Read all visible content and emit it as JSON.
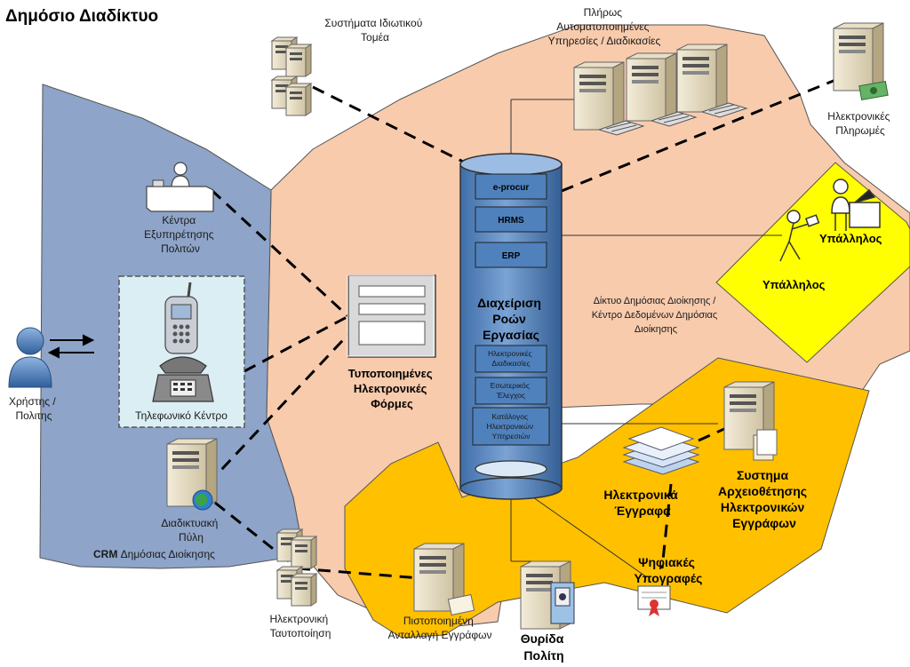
{
  "title": "Δημόσιο Διαδίκτυο",
  "labels": {
    "private_sector": [
      "Συστήματα Ιδιωτικού",
      "Τομέα"
    ],
    "automated": [
      "Πλήρως",
      "Αυτοματοποιημένες",
      "Υπηρεσίες / Διαδικασίες"
    ],
    "payments": [
      "Ηλεκτρονικές",
      "Πληρωμές"
    ],
    "service_centers": [
      "Κέντρα",
      "Εξυπηρέτησης",
      "Πολιτών"
    ],
    "call_center": "Τηλεφωνικό Κέντρο",
    "user": [
      "Χρήστης /",
      "Πολιτης"
    ],
    "portal": [
      "Διαδικτυακή",
      "Πύλη"
    ],
    "crm_bold": "CRM",
    "crm_rest": " Δημόσιας Διοίκησης",
    "forms": [
      "Τυποποιημένες",
      "Ηλεκτρονικές",
      "Φόρμες"
    ],
    "workflow": [
      "Διαχείριση",
      "Ροών",
      "Εργασίας"
    ],
    "network": [
      "Δίκτυο Δημόσιας Διοίκησης /",
      "Κέντρο Δεδομένων Δημόσιας",
      "Διοίκησης"
    ],
    "employee_1": "Υπάλληλος",
    "employee_2": "Υπάλληλος",
    "e_docs": [
      "Ηλεκτρονικά",
      "Έγγραφα"
    ],
    "archive": [
      "Συστημα",
      "Αρχειοθέτησης",
      "Ηλεκτρονικών",
      "Εγγράφων"
    ],
    "signatures": [
      "Ψηφιακές",
      "Υπογραφές"
    ],
    "e_id": [
      "Ηλεκτρονική",
      "Ταυτοποίηση"
    ],
    "cert_exchange": [
      "Πιστοποιημένη",
      "Ανταλλαγή Εγγράφων"
    ],
    "citizen_window": [
      "Θυρίδα",
      "Πολίτη"
    ]
  },
  "cylinder_modules": {
    "top": [
      "e-procur",
      "HRMS",
      "ERP"
    ],
    "bottom": [
      [
        "Ηλεκτρονικές",
        "Διαδικασίες"
      ],
      [
        "Εσωτερικός",
        "Έλεγχος"
      ],
      [
        "Κατάλογος",
        "Ηλεκτρονικών",
        "Υπηρεσιών"
      ]
    ]
  },
  "colors": {
    "blue_zone": "#8ea4c8",
    "peach_zone": "#f8cbad",
    "yellow_zone": "#ffff00",
    "orange_zone": "#ffc000",
    "call_center_bg": "#daeef3",
    "cylinder": "#4f81bd"
  }
}
